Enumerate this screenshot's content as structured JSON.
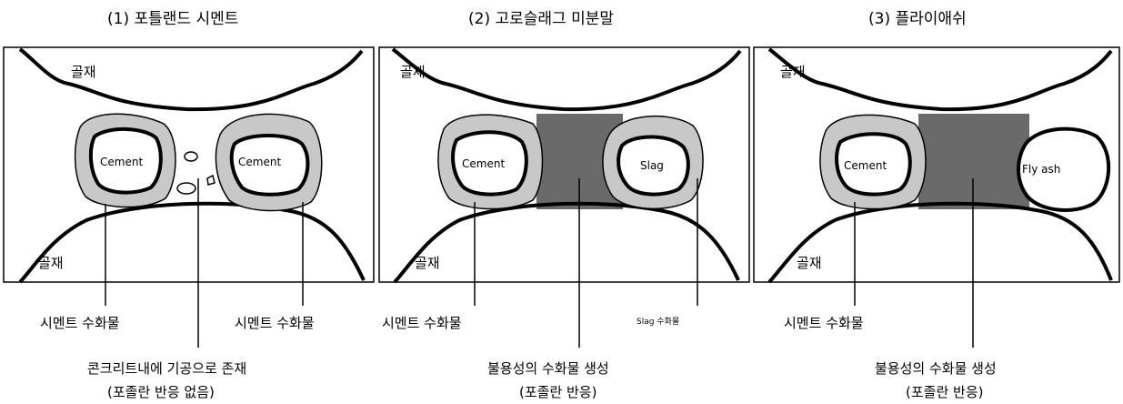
{
  "panel1": {
    "title": "(1) 포틀랜드 시멘트",
    "aggregate_top": "골재",
    "aggregate_bottom": "골재",
    "particle_left": "Cement",
    "particle_right": "Cement",
    "label_left": "시멘트 수화물",
    "label_right": "시멘트 수화물",
    "caption_line1": "콘크리트내에 기공으로 존재",
    "caption_line2": "(포졸란 반응 없음)"
  },
  "panel2": {
    "title": "(2) 고로슬래그 미분말",
    "aggregate_top": "골재",
    "aggregate_bottom": "골재",
    "particle_left": "Cement",
    "particle_right": "Slag",
    "label_left": "시멘트 수화물",
    "label_right": "Slag 수화물",
    "caption_line1": "불용성의 수화물 생성",
    "caption_line2": "(포졸란 반응)"
  },
  "panel3": {
    "title": "(3) 플라이애쉬",
    "aggregate_top": "골재",
    "aggregate_bottom": "골재",
    "particle_left": "Cement",
    "particle_right": "Fly ash",
    "label_left": "시멘트 수화물",
    "caption_line1": "불용성의 수화물 생성",
    "caption_line2": "(포졸란 반응)"
  },
  "colors": {
    "hydrate_ring": "#c8c8c8",
    "insoluble_hydrate": "#6a6a6a",
    "outline": "#000000"
  }
}
